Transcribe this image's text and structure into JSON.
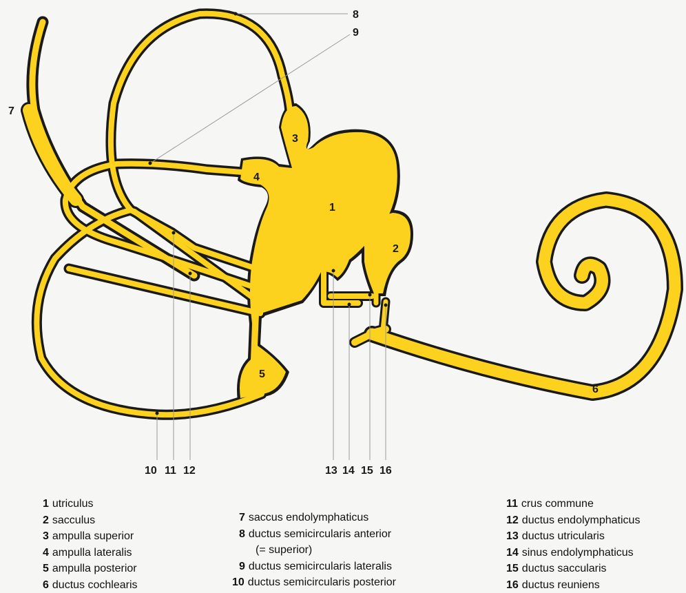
{
  "colors": {
    "membrane": "#fcd21e",
    "outline": "#1a1a1a",
    "leader": "#9a9a9a",
    "background": "#f6f6f4"
  },
  "figure_labels": [
    "1",
    "2",
    "3",
    "4",
    "5",
    "6",
    "7"
  ],
  "callout_numbers": [
    "8",
    "9",
    "10",
    "11",
    "12",
    "13",
    "14",
    "15",
    "16"
  ],
  "legend": [
    {
      "num": "1",
      "text": "utriculus"
    },
    {
      "num": "2",
      "text": "sacculus"
    },
    {
      "num": "3",
      "text": "ampulla superior"
    },
    {
      "num": "4",
      "text": "ampulla lateralis"
    },
    {
      "num": "5",
      "text": "ampulla posterior"
    },
    {
      "num": "6",
      "text": "ductus cochlearis"
    },
    {
      "num": "7",
      "text": "saccus endolymphaticus"
    },
    {
      "num": "8",
      "text": "ductus semicircularis anterior",
      "cont": "(= superior)"
    },
    {
      "num": "9",
      "text": "ductus semicircularis lateralis"
    },
    {
      "num": "10",
      "text": "ductus semicircularis posterior"
    },
    {
      "num": "11",
      "text": "crus commune"
    },
    {
      "num": "12",
      "text": "ductus endolymphaticus"
    },
    {
      "num": "13",
      "text": "ductus utricularis"
    },
    {
      "num": "14",
      "text": "sinus endolymphaticus"
    },
    {
      "num": "15",
      "text": "ductus saccularis"
    },
    {
      "num": "16",
      "text": "ductus reuniens"
    }
  ]
}
